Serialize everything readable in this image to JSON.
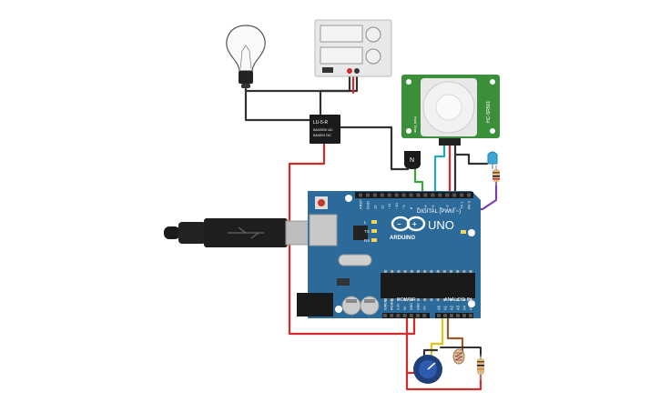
{
  "board": {
    "model": "UNO",
    "brand": "ARDUINO",
    "digital_label": "DIGITAL (PWM ~)",
    "power_label": "POWER",
    "analog_label": "ANALOG IN",
    "digital_pins": [
      "AREF",
      "GND",
      "13",
      "12",
      "~11",
      "~10",
      "~9",
      "8",
      "7",
      "~6",
      "~5",
      "4",
      "~3",
      "2",
      "TX 1",
      "RX 0"
    ],
    "power_pins": [
      "IOREF",
      "RESET",
      "3.3V",
      "5V",
      "GND",
      "GND",
      "Vin"
    ],
    "analog_pins": [
      "A0",
      "A1",
      "A2",
      "A3",
      "A4",
      "A5"
    ],
    "leds": [
      "L",
      "TX",
      "RX"
    ],
    "on_label": "ON",
    "color": "#2b6a99"
  },
  "relay": {
    "title": "LU-5-R",
    "line1": "5A/250V AC",
    "line2": "5A/30V DC"
  },
  "pir": {
    "model": "HC-SR501",
    "side_label": "Hold Time",
    "color": "#3b8f3b"
  },
  "transistor": {
    "symbol": "N"
  },
  "colors": {
    "wire_red": "#d62b2b",
    "wire_black": "#333333",
    "wire_green": "#3aa53a",
    "wire_cyan": "#27a7b8",
    "wire_purple": "#7a3fb0",
    "wire_yellow": "#e6c21a",
    "wire_brown": "#9a5a2a",
    "led_blue": "#3ba6d8"
  }
}
